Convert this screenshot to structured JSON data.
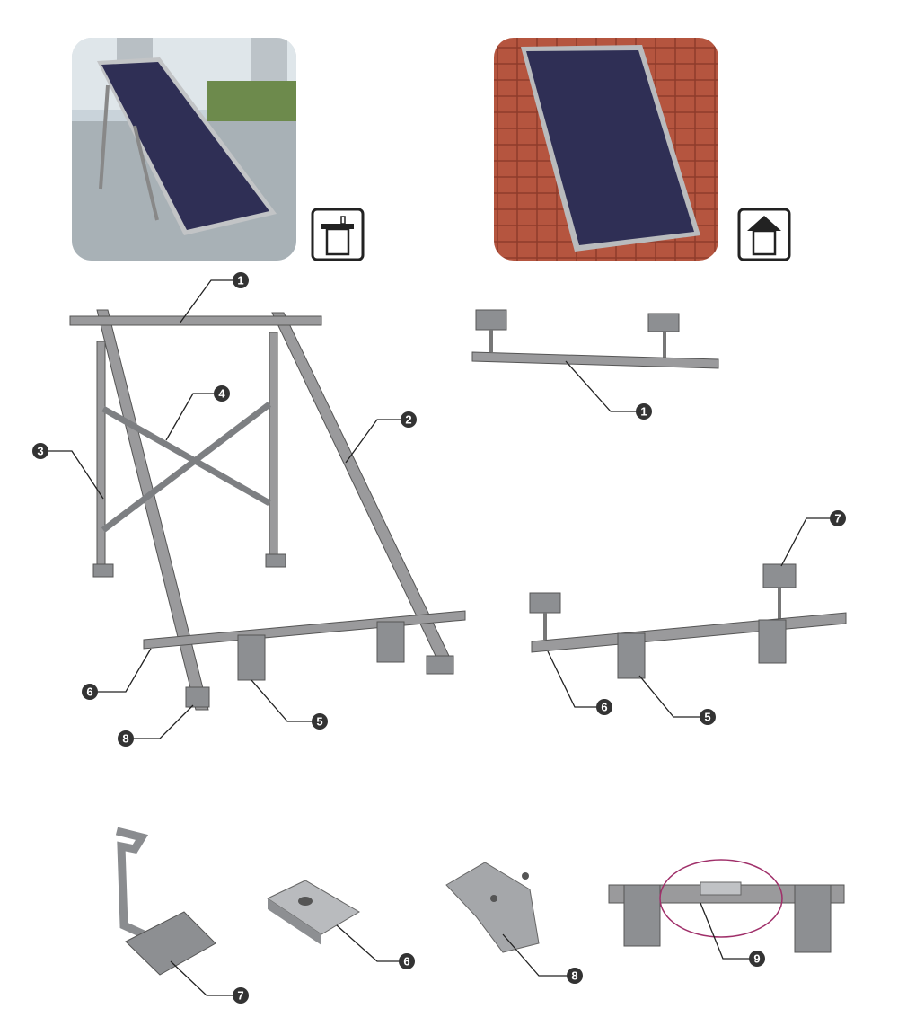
{
  "title": "Solar collector mounting kits",
  "colors": {
    "callout": "#333333",
    "panel": "#2f2f55",
    "roof_tile": "#b5553f",
    "metal": "#9a9a9c",
    "highlight_ellipse": "#a0306a"
  },
  "icons": {
    "flat_roof": "flat-roof-icon",
    "pitched_roof": "pitched-roof-icon"
  },
  "callouts": {
    "flat": [
      {
        "label": "1"
      },
      {
        "label": "2"
      },
      {
        "label": "3"
      },
      {
        "label": "4"
      },
      {
        "label": "6"
      },
      {
        "label": "8"
      },
      {
        "label": "5"
      }
    ],
    "pitched_top": [
      {
        "label": "1"
      }
    ],
    "pitched_bottom": [
      {
        "label": "7"
      },
      {
        "label": "6"
      },
      {
        "label": "5"
      }
    ],
    "parts": [
      {
        "label": "7"
      },
      {
        "label": "6"
      },
      {
        "label": "8"
      },
      {
        "label": "9"
      }
    ]
  }
}
